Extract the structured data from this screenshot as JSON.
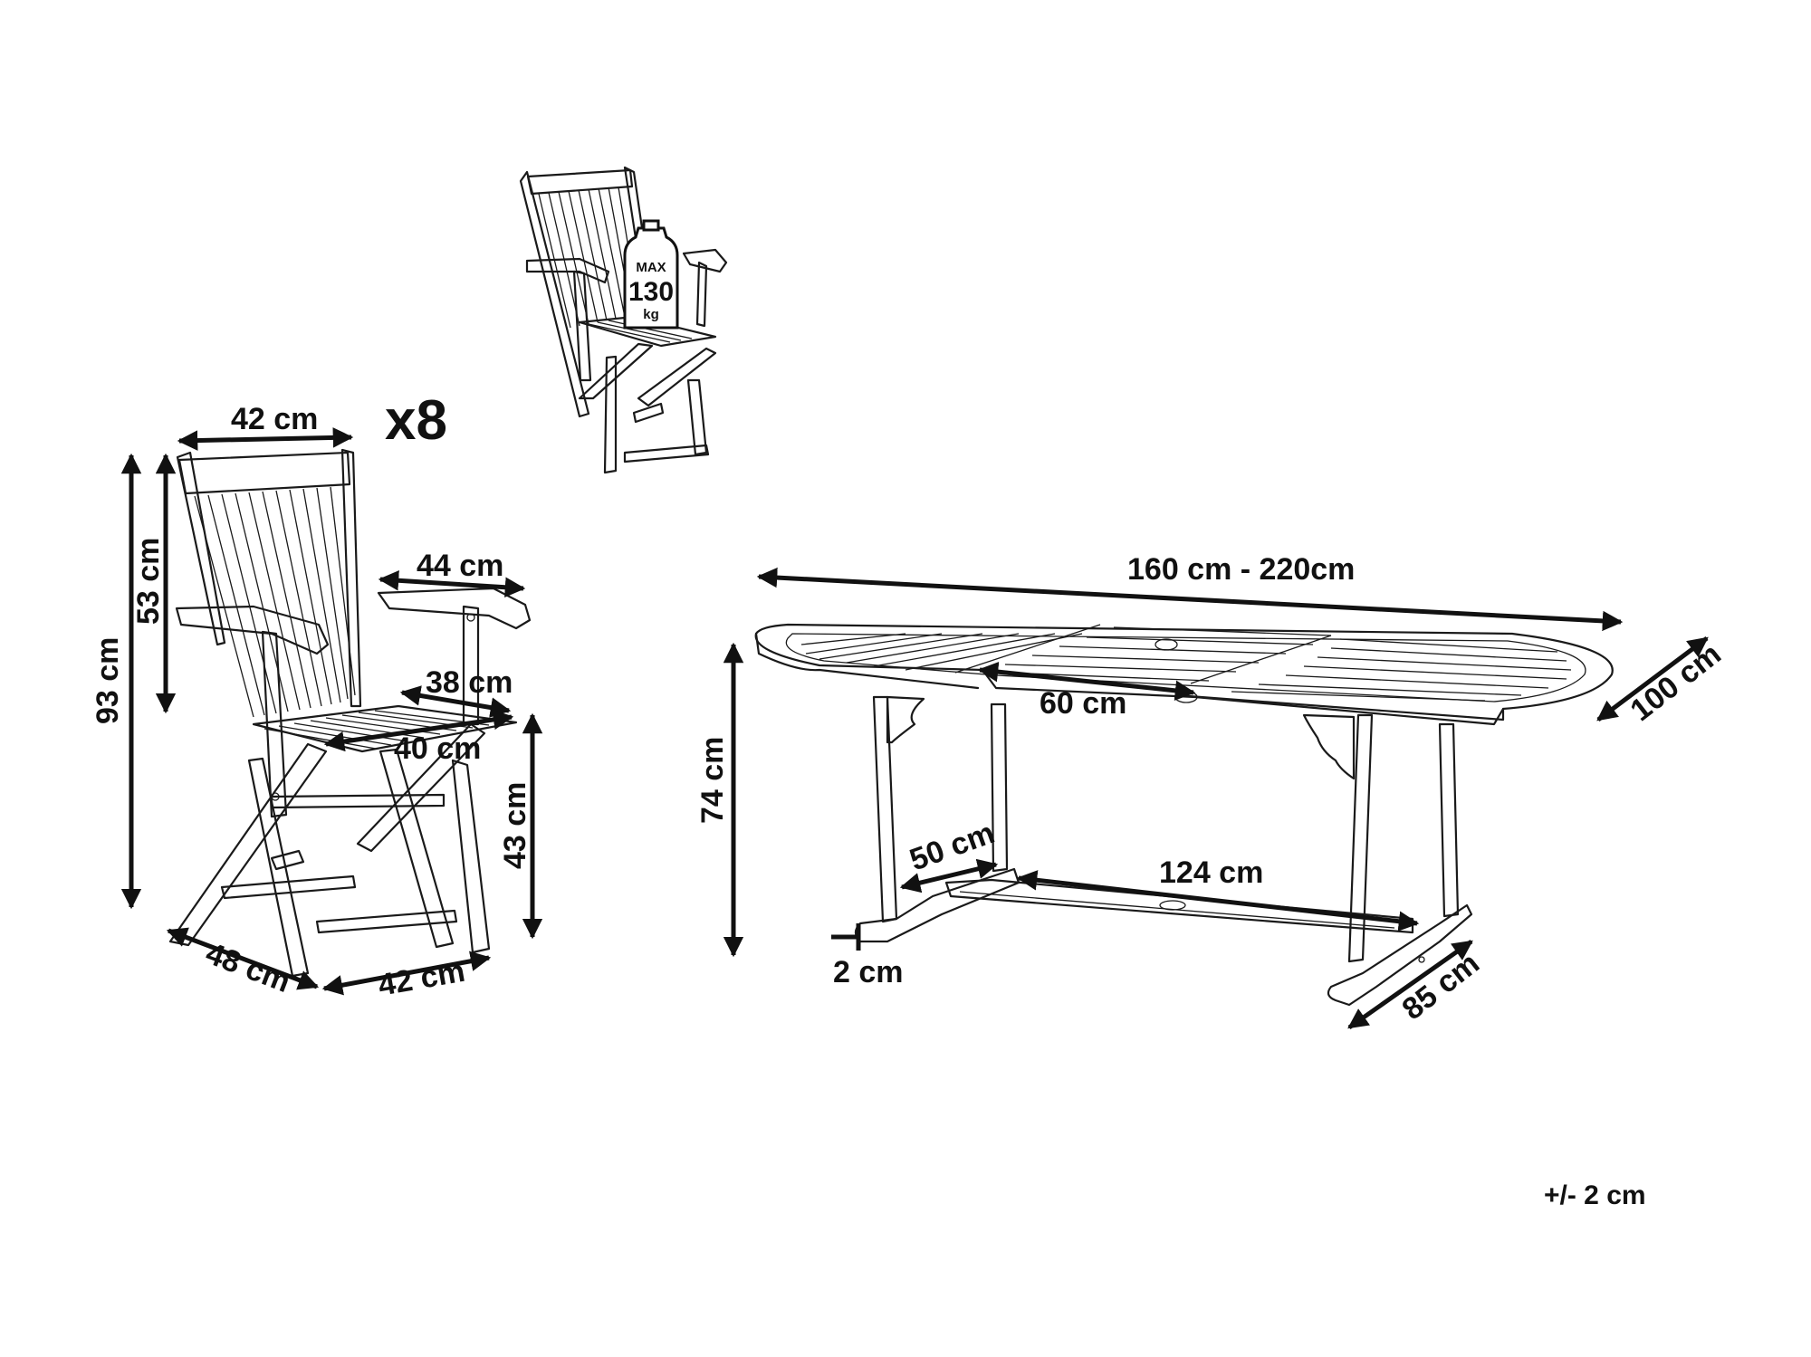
{
  "chair": {
    "count": "x8",
    "dimensions": {
      "top_width": "42 cm",
      "arm_depth": "44 cm",
      "seat_depth": "38 cm",
      "seat_width": "40 cm",
      "total_height": "93 cm",
      "back_height": "53 cm",
      "seat_height": "43 cm",
      "base_depth": "48 cm",
      "base_width": "42 cm"
    },
    "max_load": {
      "label": "MAX",
      "value": "130",
      "unit": "kg"
    }
  },
  "table": {
    "dimensions": {
      "length": "160 cm - 220cm",
      "width": "100 cm",
      "height": "74 cm",
      "extension": "60 cm",
      "frame_depth": "50 cm",
      "frame_length": "124 cm",
      "foot_thickness": "2 cm",
      "foot_length": "85 cm"
    }
  },
  "tolerance": "+/- 2 cm"
}
